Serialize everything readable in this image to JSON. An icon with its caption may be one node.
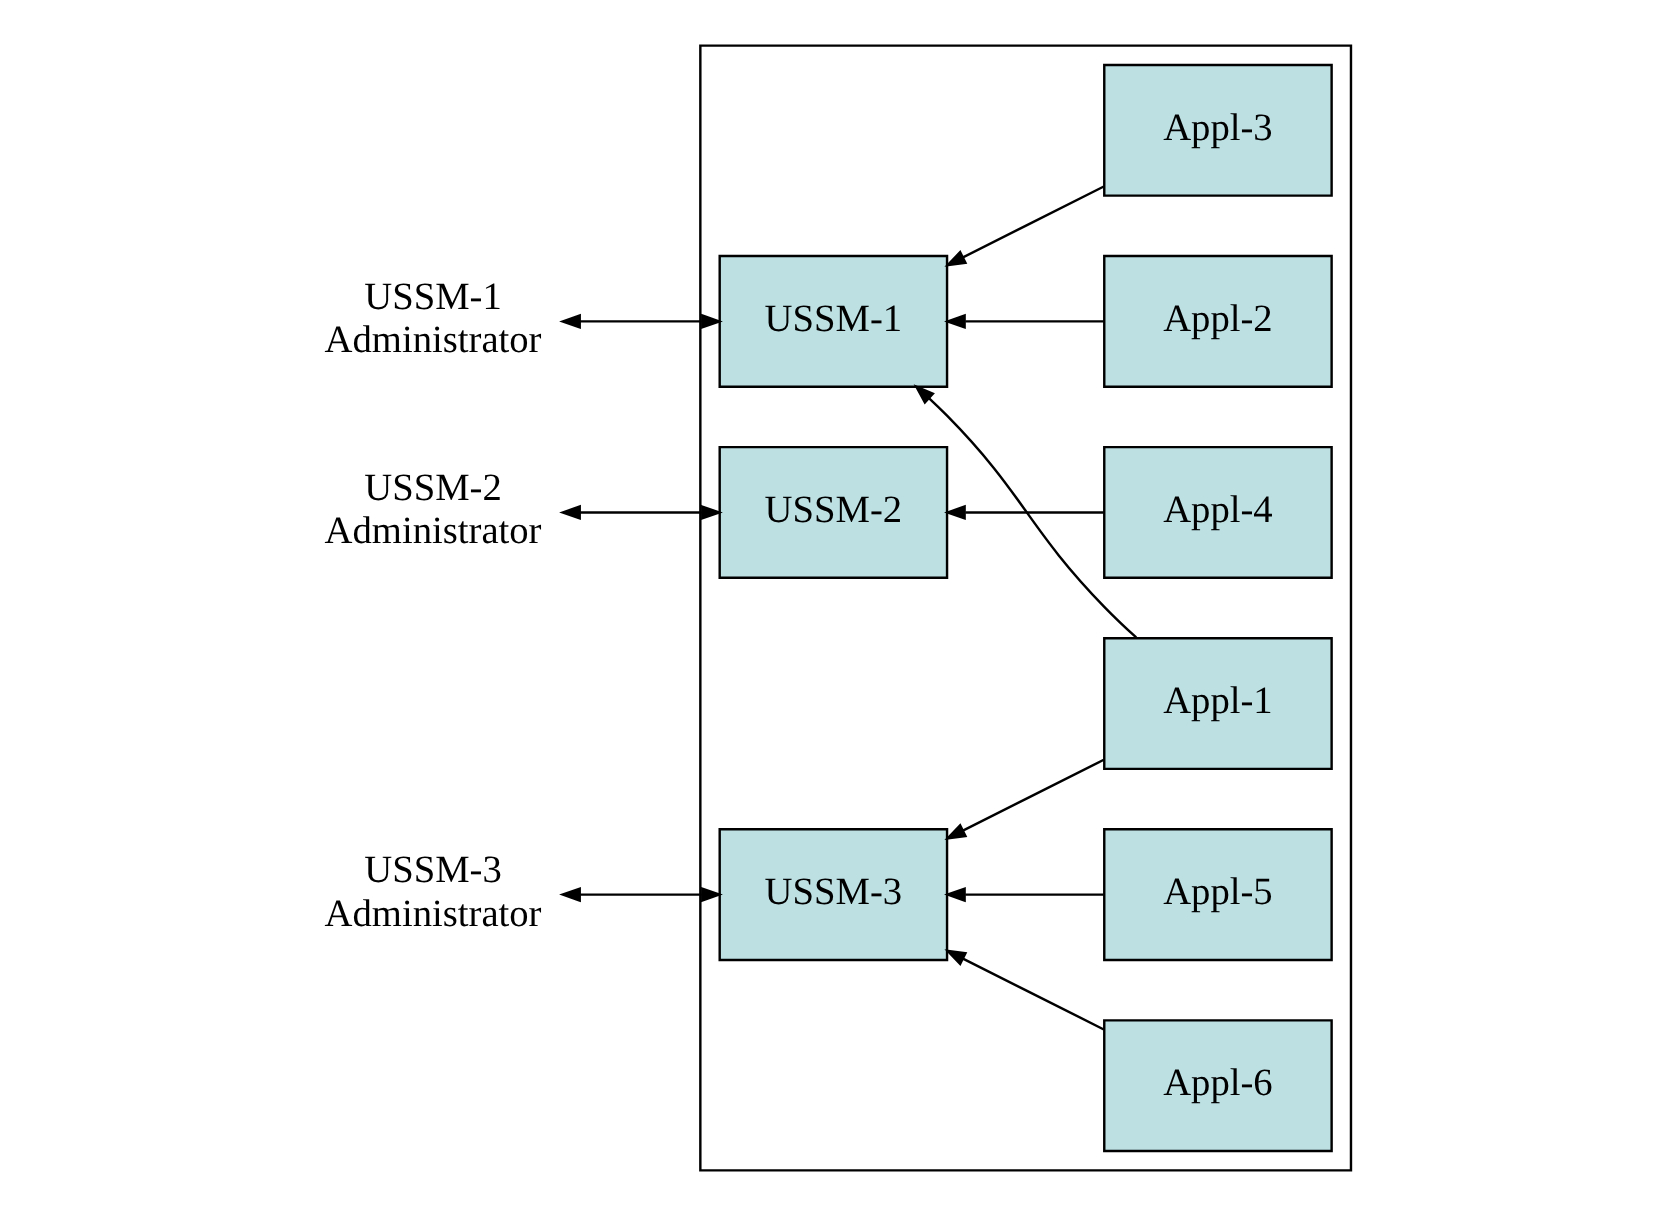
{
  "diagram": {
    "nodes": [
      {
        "text": [],
        "shape": "box"
      },
      {
        "text": [
          "USSM-1 Administrator"
        ]
      },
      {
        "text": [
          "USSM-1"
        ],
        "in": 0
      },
      {
        "text": [
          "Appl-1"
        ],
        "in": 0
      },
      {
        "text": [
          "Appl-2"
        ],
        "in": 0
      },
      {
        "text": [
          "Appl-3"
        ],
        "in": 0
      },
      {
        "text": [
          "USSM-2 Administrator"
        ]
      },
      {
        "text": [
          "USSM-2"
        ],
        "in": 0
      },
      {
        "text": [
          "Appl-4"
        ],
        "in": 0
      },
      {
        "text": [
          "USSM-3 Administrator"
        ]
      },
      {
        "text": [
          "USSM-3"
        ],
        "in": 0
      },
      {
        "text": [
          "Appl-5"
        ],
        "in": 0
      },
      {
        "text": [
          "Appl-6"
        ],
        "in": 0
      }
    ],
    "edges": [
      {
        "from": 1,
        "to": 2,
        "arrow": "both"
      },
      {
        "from": 3,
        "to": 2,
        "arrow": "to"
      },
      {
        "from": 4,
        "to": 2,
        "arrow": "to"
      },
      {
        "from": 5,
        "to": 2,
        "arrow": "to"
      },
      {
        "from": 3,
        "to": 10,
        "arrow": "to"
      },
      {
        "from": 6,
        "to": 7,
        "arrow": "both"
      },
      {
        "from": 8,
        "to": 7,
        "arrow": "to"
      },
      {
        "from": 9,
        "to": 10,
        "arrow": "both"
      },
      {
        "from": 11,
        "to": 10,
        "arrow": "to"
      },
      {
        "from": 12,
        "to": 10,
        "arrow": "to"
      }
    ]
  }
}
